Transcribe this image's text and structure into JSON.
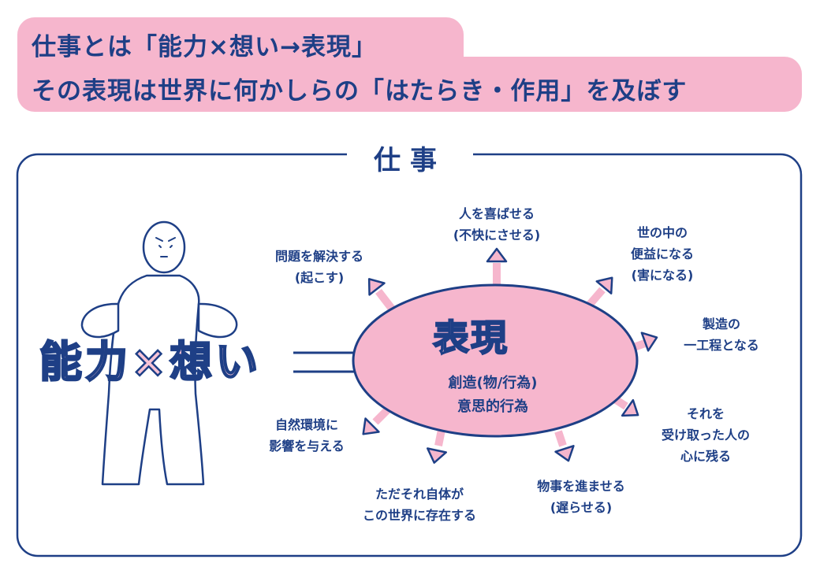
{
  "header": {
    "line1": "仕事とは「能力×想い→表現」",
    "line2": "その表現は世界に何かしらの「はたらき・作用」を及ぼす"
  },
  "frame": {
    "title": "仕事"
  },
  "person": {
    "label": "能力×想い"
  },
  "center": {
    "title": "表現",
    "line1": "創造(物/行為)",
    "line2": "意思的行為"
  },
  "effects": {
    "top": {
      "line1": "人を喜ばせる",
      "line2": "(不快にさせる)"
    },
    "top_left": {
      "line1": "問題を解決する",
      "line2": "(起こす)"
    },
    "top_right": {
      "line1": "世の中の",
      "line2": "便益になる",
      "line3": "(害になる)"
    },
    "right": {
      "line1": "製造の",
      "line2": "一工程となる"
    },
    "bottom_right": {
      "line1": "それを",
      "line2": "受け取った人の",
      "line3": "心に残る"
    },
    "bottom": {
      "line1": "物事を進ませる",
      "line2": "(遅らせる)"
    },
    "bottom_center": {
      "line1": "ただそれ自体が",
      "line2": "この世界に存在する"
    },
    "bottom_left": {
      "line1": "自然環境に",
      "line2": "影響を与える"
    }
  },
  "colors": {
    "navy": "#1e3f86",
    "pink": "#f6b6cd",
    "pink_light": "#f7c3d6",
    "white": "#ffffff"
  }
}
